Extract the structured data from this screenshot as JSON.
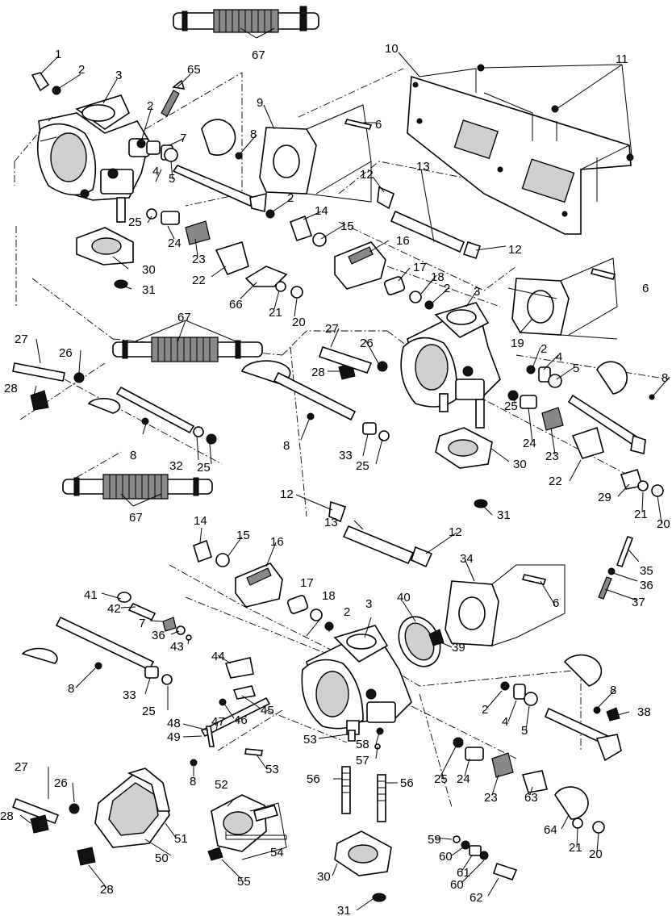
{
  "diagram": {
    "callouts": [
      {
        "n": "1"
      },
      {
        "n": "2"
      },
      {
        "n": "3"
      },
      {
        "n": "65"
      },
      {
        "n": "67"
      },
      {
        "n": "10"
      },
      {
        "n": "11"
      },
      {
        "n": "2"
      },
      {
        "n": "9"
      },
      {
        "n": "6"
      },
      {
        "n": "7"
      },
      {
        "n": "8"
      },
      {
        "n": "4"
      },
      {
        "n": "5"
      },
      {
        "n": "12"
      },
      {
        "n": "13"
      },
      {
        "n": "2"
      },
      {
        "n": "14"
      },
      {
        "n": "15"
      },
      {
        "n": "16"
      },
      {
        "n": "25"
      },
      {
        "n": "24"
      },
      {
        "n": "23"
      },
      {
        "n": "30"
      },
      {
        "n": "22"
      },
      {
        "n": "31"
      },
      {
        "n": "66"
      },
      {
        "n": "21"
      },
      {
        "n": "20"
      },
      {
        "n": "17"
      },
      {
        "n": "18"
      },
      {
        "n": "2"
      },
      {
        "n": "3"
      },
      {
        "n": "12"
      },
      {
        "n": "6"
      },
      {
        "n": "19"
      },
      {
        "n": "67"
      },
      {
        "n": "27"
      },
      {
        "n": "26"
      },
      {
        "n": "27"
      },
      {
        "n": "26"
      },
      {
        "n": "28"
      },
      {
        "n": "28"
      },
      {
        "n": "2"
      },
      {
        "n": "4"
      },
      {
        "n": "5"
      },
      {
        "n": "8"
      },
      {
        "n": "8"
      },
      {
        "n": "8"
      },
      {
        "n": "32"
      },
      {
        "n": "25"
      },
      {
        "n": "33"
      },
      {
        "n": "25"
      },
      {
        "n": "25"
      },
      {
        "n": "24"
      },
      {
        "n": "23"
      },
      {
        "n": "30"
      },
      {
        "n": "22"
      },
      {
        "n": "29"
      },
      {
        "n": "21"
      },
      {
        "n": "20"
      },
      {
        "n": "67"
      },
      {
        "n": "31"
      },
      {
        "n": "12"
      },
      {
        "n": "13"
      },
      {
        "n": "12"
      },
      {
        "n": "14"
      },
      {
        "n": "15"
      },
      {
        "n": "16"
      },
      {
        "n": "34"
      },
      {
        "n": "35"
      },
      {
        "n": "36"
      },
      {
        "n": "37"
      },
      {
        "n": "6"
      },
      {
        "n": "41"
      },
      {
        "n": "42"
      },
      {
        "n": "17"
      },
      {
        "n": "18"
      },
      {
        "n": "2"
      },
      {
        "n": "3"
      },
      {
        "n": "40"
      },
      {
        "n": "7"
      },
      {
        "n": "36"
      },
      {
        "n": "43"
      },
      {
        "n": "39"
      },
      {
        "n": "44"
      },
      {
        "n": "8"
      },
      {
        "n": "33"
      },
      {
        "n": "25"
      },
      {
        "n": "45"
      },
      {
        "n": "46"
      },
      {
        "n": "2"
      },
      {
        "n": "4"
      },
      {
        "n": "5"
      },
      {
        "n": "8"
      },
      {
        "n": "38"
      },
      {
        "n": "48"
      },
      {
        "n": "47"
      },
      {
        "n": "49"
      },
      {
        "n": "53"
      },
      {
        "n": "58"
      },
      {
        "n": "57"
      },
      {
        "n": "8"
      },
      {
        "n": "53"
      },
      {
        "n": "25"
      },
      {
        "n": "24"
      },
      {
        "n": "23"
      },
      {
        "n": "63"
      },
      {
        "n": "27"
      },
      {
        "n": "26"
      },
      {
        "n": "52"
      },
      {
        "n": "56"
      },
      {
        "n": "56"
      },
      {
        "n": "64"
      },
      {
        "n": "21"
      },
      {
        "n": "20"
      },
      {
        "n": "28"
      },
      {
        "n": "51"
      },
      {
        "n": "50"
      },
      {
        "n": "54"
      },
      {
        "n": "55"
      },
      {
        "n": "59"
      },
      {
        "n": "60"
      },
      {
        "n": "61"
      },
      {
        "n": "60"
      },
      {
        "n": "30"
      },
      {
        "n": "62"
      },
      {
        "n": "28"
      },
      {
        "n": "31"
      }
    ]
  }
}
